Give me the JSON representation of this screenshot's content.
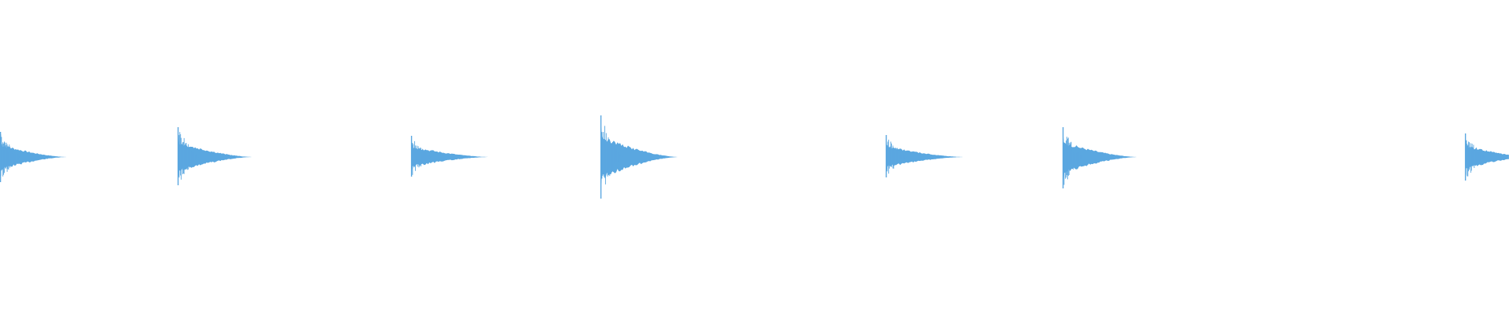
{
  "waveform": {
    "color": "#5aa7e0",
    "background": "#ffffff",
    "hits": [
      {
        "peak_up": 0.32,
        "peak_down": 0.32,
        "decay": 0.045
      },
      {
        "peak_up": 0.38,
        "peak_down": 0.36,
        "decay": 0.05
      },
      {
        "peak_up": 0.27,
        "peak_down": 0.25,
        "decay": 0.052
      },
      {
        "peak_up": 0.53,
        "peak_down": 0.53,
        "decay": 0.052
      },
      {
        "peak_up": 0.28,
        "peak_down": 0.26,
        "decay": 0.052
      },
      {
        "peak_up": 0.38,
        "peak_down": 0.4,
        "decay": 0.05
      },
      {
        "peak_up": 0.3,
        "peak_down": 0.3,
        "decay": 0.045
      }
    ]
  }
}
